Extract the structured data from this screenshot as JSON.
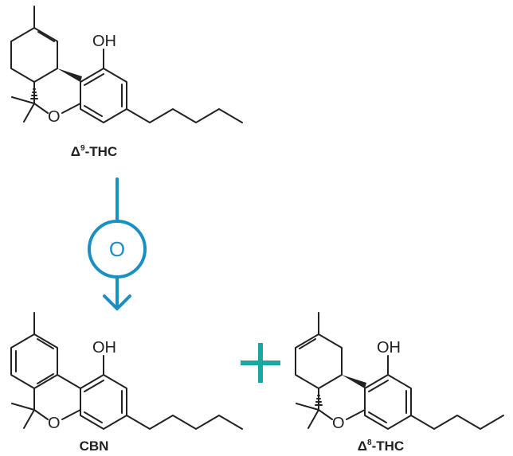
{
  "colors": {
    "ink": "#222222",
    "oxidation": "#1a8fc4",
    "plus": "#1aa7a0"
  },
  "reactant": {
    "name_prefix": "Δ",
    "name_sup": "9",
    "name_suffix": "-THC",
    "oh": "OH",
    "o": "O"
  },
  "reaction": {
    "reagent": "O"
  },
  "product_1": {
    "name": "CBN",
    "oh": "OH",
    "o": "O"
  },
  "plus_sign": "+",
  "product_2": {
    "name_prefix": "Δ",
    "name_sup": "8",
    "name_suffix": "-THC",
    "oh": "OH",
    "o": "O"
  }
}
